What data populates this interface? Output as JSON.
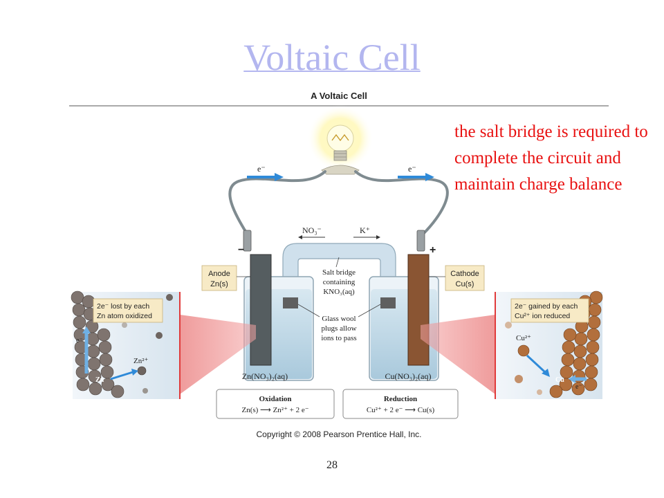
{
  "slide": {
    "title": "Voltaic Cell",
    "note": "the salt bridge is required to complete the circuit and maintain charge balance",
    "number": "28"
  },
  "figure": {
    "heading": "A Voltaic Cell",
    "copyright": "Copyright © 2008 Pearson Prentice Hall, Inc.",
    "electron_left": "e⁻",
    "electron_right": "e⁻",
    "minus": "−",
    "plus": "+",
    "anode": {
      "line1": "Anode",
      "line2": "Zn(s)"
    },
    "cathode": {
      "line1": "Cathode",
      "line2": "Cu(s)"
    },
    "no3": "NO₃⁻",
    "k_ion": "K⁺",
    "salt_bridge": [
      "Salt bridge",
      "containing",
      "KNO₃(aq)"
    ],
    "glass_wool": [
      "Glass wool",
      "plugs allow",
      "ions to pass"
    ],
    "left_solution": "Zn(NO₃)₂(aq)",
    "right_solution": "Cu(NO₃)₂(aq)",
    "oxidation": {
      "label": "Oxidation",
      "equation": "Zn(s) ⟶ Zn²⁺ + 2 e⁻"
    },
    "reduction": {
      "label": "Reduction",
      "equation": "Cu²⁺ + 2 e⁻ ⟶ Cu(s)"
    },
    "left_inset": {
      "caption1": "2e⁻ lost by each",
      "caption2": "Zn atom oxidized",
      "ion": "Zn²⁺",
      "atom": "Zn",
      "electron": "e⁻"
    },
    "right_inset": {
      "caption1": "2e⁻ gained by each",
      "caption2": "Cu²⁺ ion reduced",
      "ion": "Cu²⁺",
      "atom": "Cu",
      "electron": "e⁻"
    }
  },
  "colors": {
    "title": "#b3b6ef",
    "note": "#e81010",
    "arrow": "#2f8ad8",
    "copper": "#8a5533",
    "zinc": "#5a5a5a",
    "solution": "#bfd8e6"
  }
}
